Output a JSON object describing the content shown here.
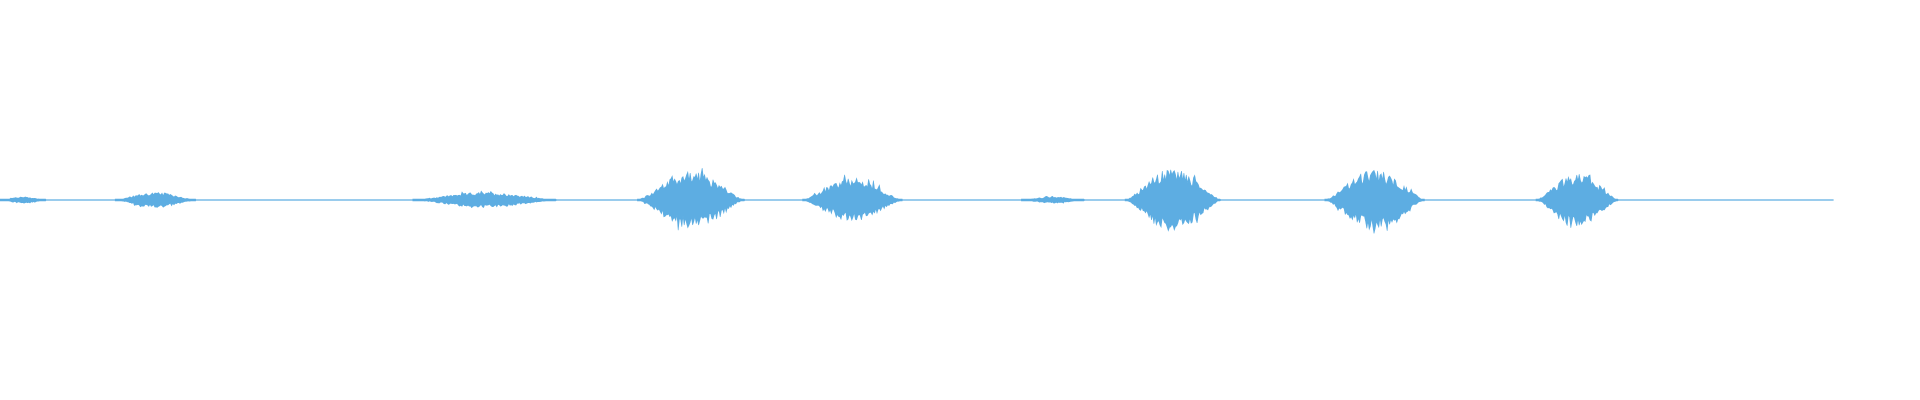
{
  "waveform": {
    "color": "#5dade2",
    "baseline_color": "#5dade2",
    "duration_fraction_drawn": 0.955,
    "segments": [
      {
        "start": 0.0,
        "end": 0.024,
        "amplitude": 0.06
      },
      {
        "start": 0.06,
        "end": 0.102,
        "amplitude": 0.14
      },
      {
        "start": 0.215,
        "end": 0.29,
        "amplitude": 0.14
      },
      {
        "start": 0.332,
        "end": 0.388,
        "amplitude": 0.52
      },
      {
        "start": 0.418,
        "end": 0.47,
        "amplitude": 0.4
      },
      {
        "start": 0.532,
        "end": 0.565,
        "amplitude": 0.06
      },
      {
        "start": 0.586,
        "end": 0.636,
        "amplitude": 0.58
      },
      {
        "start": 0.69,
        "end": 0.742,
        "amplitude": 0.55
      },
      {
        "start": 0.8,
        "end": 0.843,
        "amplitude": 0.48
      }
    ]
  }
}
